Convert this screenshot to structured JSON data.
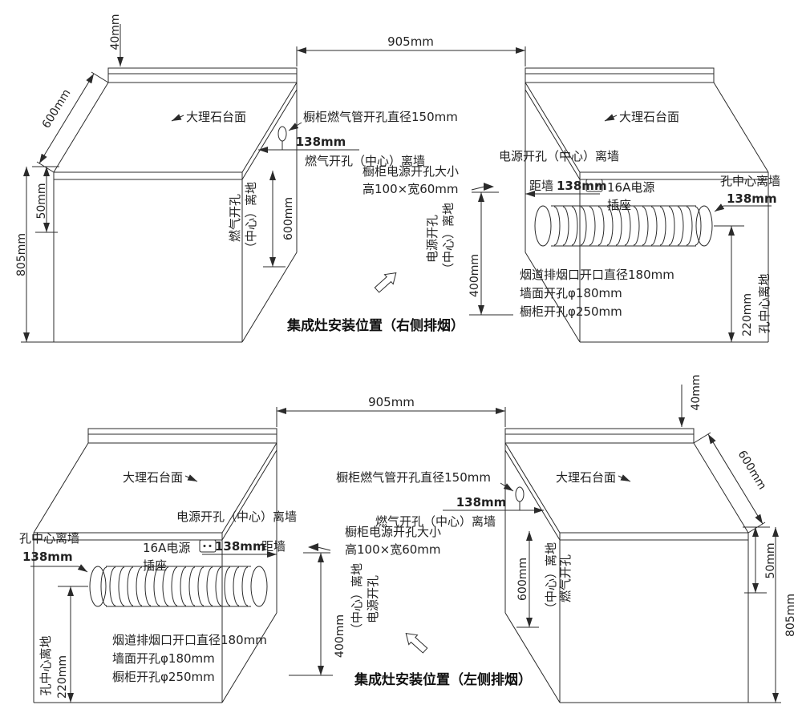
{
  "page": {
    "background": "#ffffff",
    "line_color": "#2b2b2b",
    "text_color": "#222222"
  },
  "top_diagram": {
    "title": "集成灶安装位置（右侧排烟）",
    "dims": {
      "gap_width": "905mm",
      "backsplash_height": "40mm",
      "counter_depth": "600mm",
      "counter_front_height": "50mm",
      "cabinet_height": "805mm",
      "gas_hole_floor_height": "600mm",
      "gas_hole_wall_distance": "138mm",
      "power_wall_distance": "138mm",
      "power_hole_floor_height": "400mm",
      "flue_wall_distance": "138mm",
      "flue_floor_height": "220mm"
    },
    "labels": {
      "marble_countertop": "大理石台面",
      "gas_pipe_hole": "橱柜燃气管开孔直径150mm",
      "gas_hole_from_wall": "燃气开孔（中心）离墙",
      "gas_hole_from_floor_line1": "燃气开孔",
      "gas_hole_from_floor_line2": "（中心）离地",
      "power_hole_from_wall": "电源开孔（中心）离墙",
      "power_wall_prefix": "距墙",
      "power_hole_size_line1": "橱柜电源开孔大小",
      "power_hole_size_line2": "高100×宽60mm",
      "socket_line1": "16A电源",
      "socket_line2": "插座",
      "power_hole_from_floor_line1": "电源开孔",
      "power_hole_from_floor_line2": "（中心）离地",
      "flue_line1": "烟道排烟口开口直径180mm",
      "flue_line2": "墙面开孔φ180mm",
      "flue_line3": "橱柜开孔φ250mm",
      "flue_from_wall": "孔中心离墙",
      "flue_from_floor": "孔中心离地"
    }
  },
  "bottom_diagram": {
    "title": "集成灶安装位置（左侧排烟）",
    "dims": {
      "gap_width": "905mm",
      "backsplash_height": "40mm",
      "counter_depth": "600mm",
      "counter_front_height": "50mm",
      "cabinet_height": "805mm",
      "gas_hole_floor_height": "600mm",
      "gas_hole_wall_distance": "138mm",
      "power_wall_distance": "138mm",
      "power_hole_floor_height": "400mm",
      "flue_wall_distance": "138mm",
      "flue_floor_height": "220mm"
    },
    "labels": {
      "marble_countertop": "大理石台面",
      "gas_pipe_hole": "橱柜燃气管开孔直径150mm",
      "gas_hole_from_wall": "燃气开孔（中心）离墙",
      "gas_hole_from_floor_line1": "燃气开孔",
      "gas_hole_from_floor_line2": "（中心）离地",
      "power_hole_from_wall": "电源开孔（中心）离墙",
      "power_wall_prefix": "距墙",
      "power_hole_size_line1": "橱柜电源开孔大小",
      "power_hole_size_line2": "高100×宽60mm",
      "socket_line1": "16A电源",
      "socket_line2": "插座",
      "power_hole_from_floor_line1": "电源开孔",
      "power_hole_from_floor_line2": "（中心）离地",
      "flue_line1": "烟道排烟口开口直径180mm",
      "flue_line2": "墙面开孔φ180mm",
      "flue_line3": "橱柜开孔φ250mm",
      "flue_from_wall": "孔中心离墙",
      "flue_from_floor": "孔中心离地"
    }
  }
}
